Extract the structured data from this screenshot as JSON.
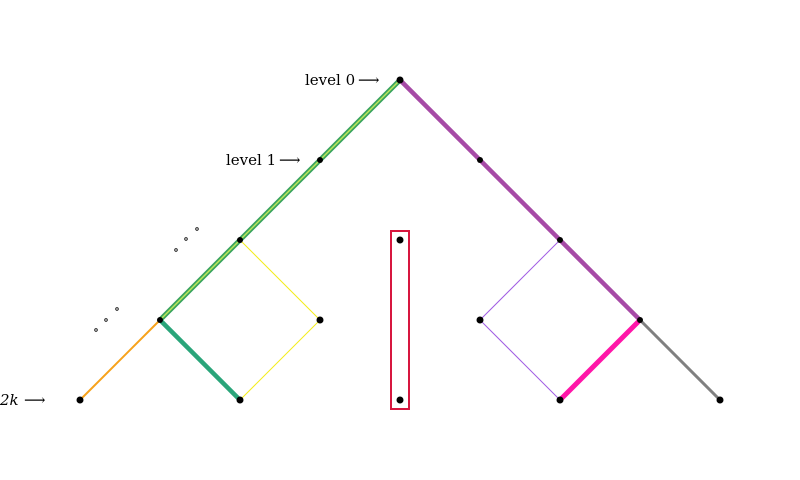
{
  "labels": {
    "level0": "level 0",
    "level1": "level 1",
    "level2k": "2k"
  },
  "arrow_glyph": "⟶",
  "colors": {
    "green": "#3aa35e",
    "lime": "#7ac943",
    "orange": "#f7a21b",
    "teal": "#2aa57a",
    "yellow": "#f4f11b",
    "purple": "#a64aa6",
    "violet": "#a15de3",
    "magenta": "#ff1aa8",
    "gray": "#7f7f7f",
    "crimson": "#d7173f",
    "node": "#000000"
  }
}
